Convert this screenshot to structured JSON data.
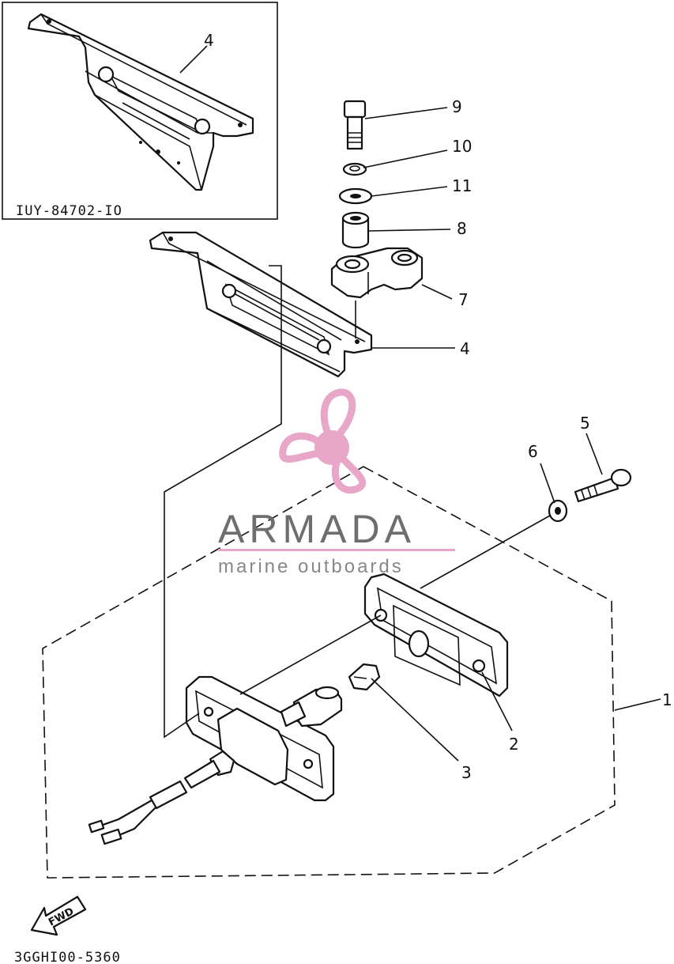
{
  "inset": {
    "code": "IUY-84702-IO",
    "callout": "4"
  },
  "callouts": {
    "c9": "9",
    "c10": "10",
    "c11": "11",
    "c8": "8",
    "c7": "7",
    "c4": "4",
    "c5": "5",
    "c6": "6",
    "c1": "1",
    "c2": "2",
    "c3": "3"
  },
  "watermark": {
    "brand": "ARMADA",
    "tagline": "marine outboards",
    "color": "#e8a6c8"
  },
  "fwd_label": "FWD",
  "drawing_code": "3GGHI00-5360"
}
